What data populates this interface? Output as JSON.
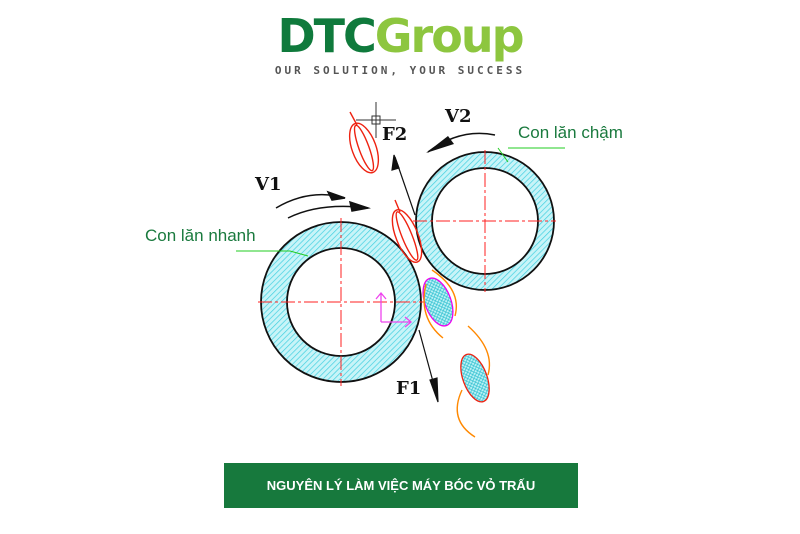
{
  "logo": {
    "part1": "DTC",
    "part2": "Group",
    "tagline": "OUR SOLUTION, YOUR SUCCESS"
  },
  "diagram": {
    "label_slow_roller": "Con lăn chậm",
    "label_fast_roller": "Con lăn nhanh",
    "v1": "V1",
    "v2": "V2",
    "f1": "F1",
    "f2": "F2"
  },
  "banner": {
    "title": "NGUYÊN LÝ LÀM VIỆC MÁY BÓC VỎ TRẤU"
  },
  "colors": {
    "brand_dark": "#0f7a3c",
    "brand_light": "#8dc63f",
    "hatch": "#40d0e0",
    "axis": "#ff2020",
    "husk": "#ff8c00"
  }
}
